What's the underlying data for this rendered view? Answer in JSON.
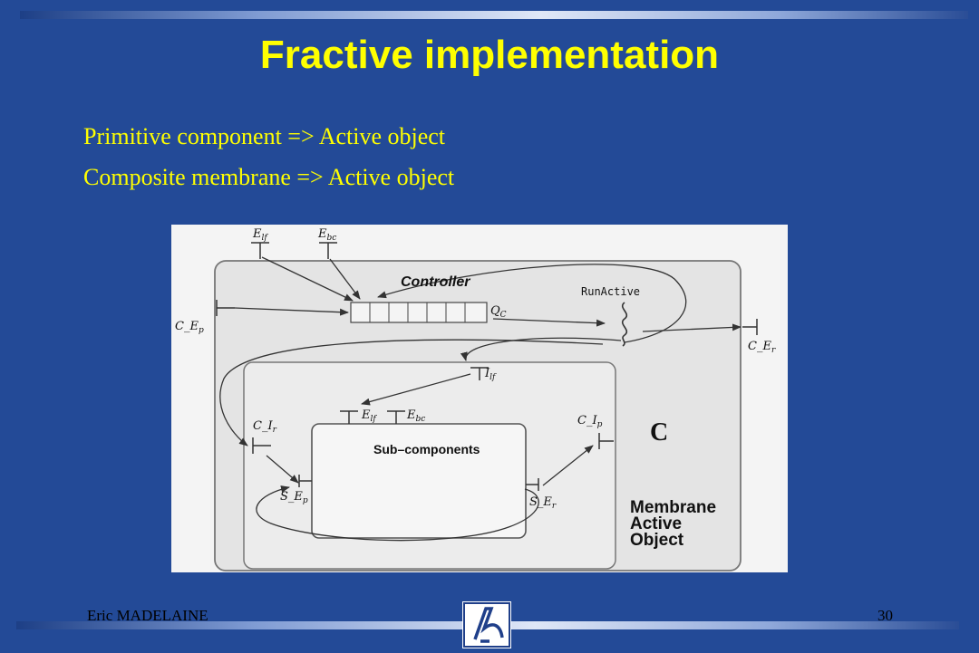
{
  "slide": {
    "title": "Fractive implementation",
    "bullets": [
      "Primitive component => Active object",
      "Composite membrane => Active object"
    ],
    "footer_author": "Eric MADELAINE",
    "page_number": "30"
  },
  "diagram": {
    "labels": {
      "e_lf_outer": "E",
      "e_lf_outer_sub": "lf",
      "e_bc_outer": "E",
      "e_bc_outer_sub": "bc",
      "controller": "Controller",
      "runactive": "RunActive",
      "q_c": "Q",
      "q_c_sub": "C",
      "c_e_p": "C_E",
      "c_e_p_sub": "p",
      "c_e_r": "C_E",
      "c_e_r_sub": "r",
      "i_lf": "I",
      "i_lf_sub": "lf",
      "c_i_r": "C_I",
      "c_i_r_sub": "r",
      "c_i_p": "C_I",
      "c_i_p_sub": "p",
      "e_lf_inner": "E",
      "e_lf_inner_sub": "lf",
      "e_bc_inner": "E",
      "e_bc_inner_sub": "bc",
      "subcomponents": "Sub–components",
      "s_e_p": "S_E",
      "s_e_p_sub": "p",
      "s_e_r": "S_E",
      "s_e_r_sub": "r",
      "c_big": "C",
      "membrane_line1": "Membrane",
      "membrane_line2": "Active",
      "membrane_line3": "Object"
    }
  }
}
